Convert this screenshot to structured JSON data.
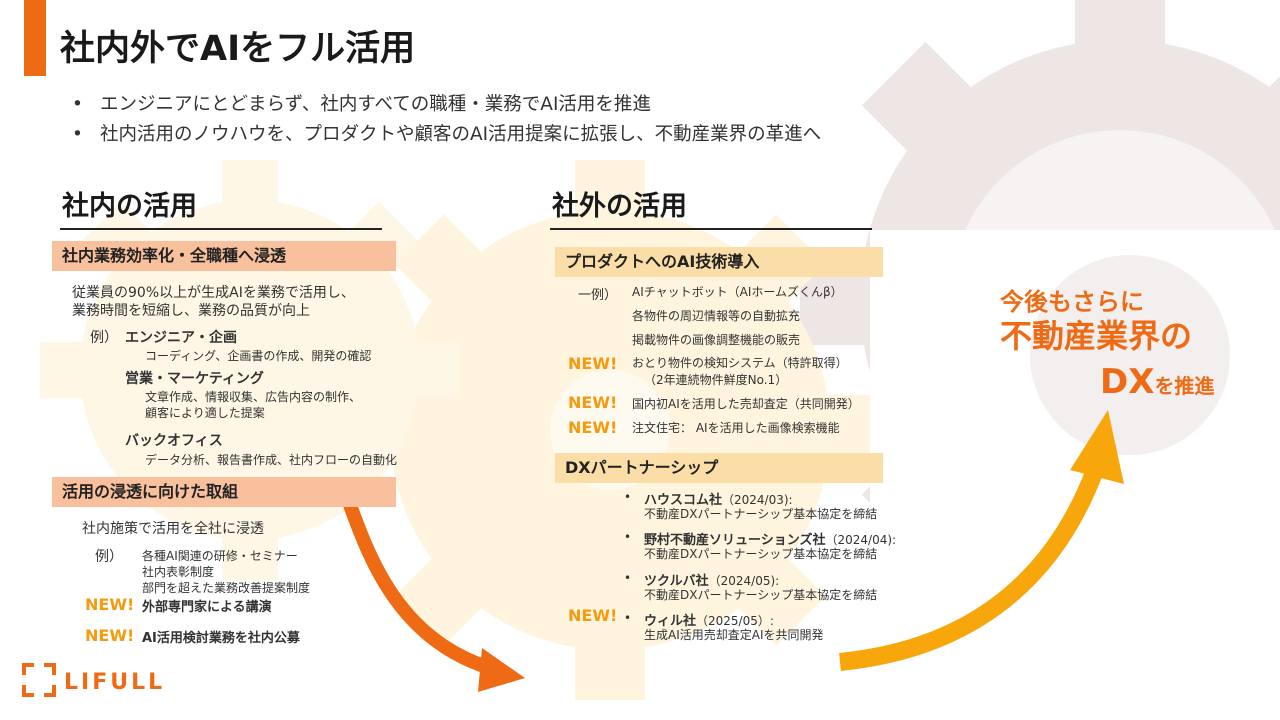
{
  "title": "社内外でAIをフル活用",
  "bullets": [
    "エンジニアにとどまらず、社内すべての職種・業務でAI活用を推進",
    "社内活用のノウハウを、プロダクトや顧客のAI活用提案に拡張し、不動産業界の革進へ"
  ],
  "internal": {
    "heading": "社内の活用",
    "band1": "社内業務効率化・全職種へ浸透",
    "desc1": "従業員の90%以上が生成AIを業務で活用し、",
    "desc2": "業務時間を短縮し、業務の品質が向上",
    "example_label": "例）",
    "cat1_title": "エンジニア・企画",
    "cat1_detail": "コーディング、企画書の作成、開発の確認",
    "cat2_title": "営業・マーケティング",
    "cat2_detail1": "文章作成、情報収集、広告内容の制作、",
    "cat2_detail2": "顧客により適した提案",
    "cat3_title": "バックオフィス",
    "cat3_detail": "データ分析、報告書作成、社内フローの自動化",
    "band2": "活用の浸透に向けた取組",
    "policy": "社内施策で活用を全社に浸透",
    "ex2_label": "例）",
    "ex2_item1": "各種AI関連の研修・セミナー",
    "ex2_item2": "社内表彰制度",
    "ex2_item3": "部門を超えた業務改善提案制度",
    "new_label": "NEW!",
    "new_item1": "外部専門家による講演",
    "new_item2": "AI活用検討業務を社内公募"
  },
  "external": {
    "heading": "社外の活用",
    "band1": "プロダクトへのAI技術導入",
    "example_label": "一例）",
    "item1": "AIチャットボット（AIホームズくんβ）",
    "item2": "各物件の周辺情報等の自動拡充",
    "item3": "掲載物件の画像調整機能の販売",
    "item4a": "おとり物件の検知システム（特許取得）",
    "item4b": "（2年連続物件鮮度No.1）",
    "item5": "国内初AIを活用した売却査定（共同開発）",
    "item6": "注文住宅： AIを活用した画像検索機能",
    "new_label": "NEW!",
    "band2": "DXパートナーシップ",
    "partners": [
      {
        "name": "ハウスコム社",
        "date": "（2024/03):",
        "detail": "不動産DXパートナーシップ基本協定を締結"
      },
      {
        "name": "野村不動産ソリューションズ社",
        "date": "（2024/04):",
        "detail": "不動産DXパートナーシップ基本協定を締結"
      },
      {
        "name": "ツクルバ社",
        "date": "（2024/05):",
        "detail": "不動産DXパートナーシップ基本協定を締結"
      },
      {
        "name": "ウィル社",
        "date": "（2025/05）:",
        "detail": "生成AI活用売却査定AIを共同開発"
      }
    ]
  },
  "future": {
    "line1": "今後もさらに",
    "line2": "不動産業界の",
    "line3_big": "DX",
    "line3_small": "を推進"
  },
  "brand": {
    "logo_text": "LIFULL",
    "accent": "#ee6a14",
    "new_color": "#f59a0c"
  }
}
